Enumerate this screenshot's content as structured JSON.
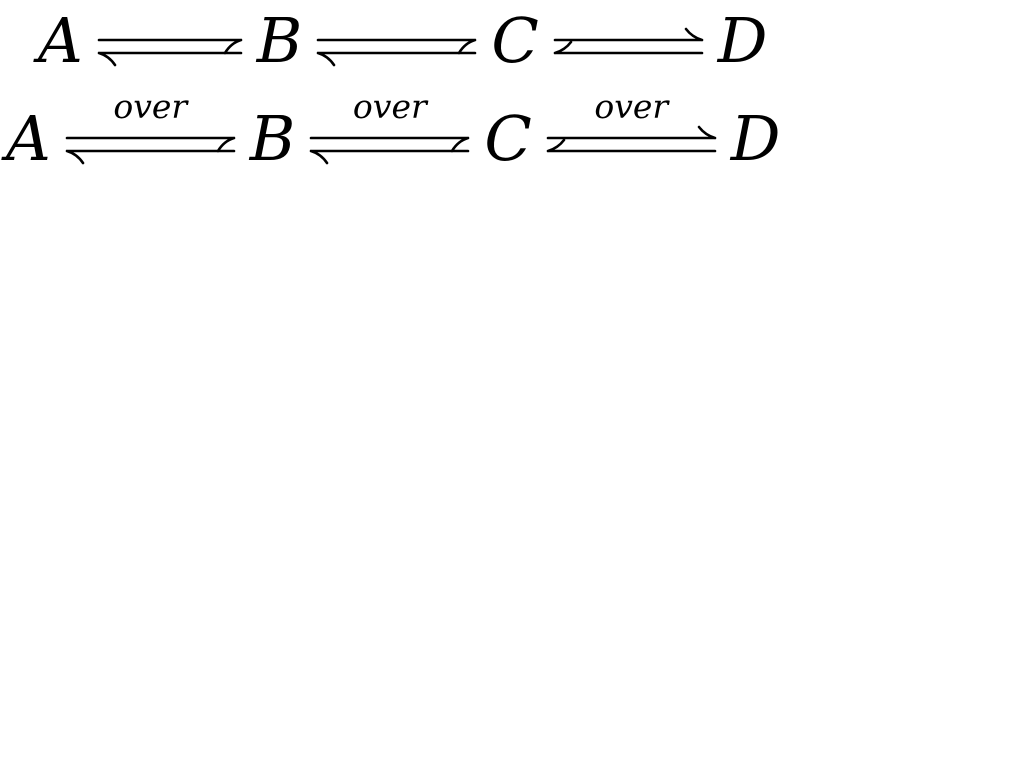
{
  "colors": {
    "background": "#ffffff",
    "ink": "#000000"
  },
  "formula": {
    "rows": [
      {
        "terms": [
          "A",
          "B",
          "C",
          "D"
        ],
        "arrows": [
          {
            "icon": "equilibrium-harpoons-icon"
          },
          {
            "icon": "equilibrium-harpoons-icon"
          },
          {
            "icon": "equilibrium-harpoons-icon"
          }
        ]
      },
      {
        "terms": [
          "A",
          "B",
          "C",
          "D"
        ],
        "labels": [
          "over",
          "over",
          "over"
        ],
        "arrows": [
          {
            "icon": "equilibrium-harpoons-icon"
          },
          {
            "icon": "equilibrium-harpoons-icon"
          },
          {
            "icon": "equilibrium-harpoons-icon"
          }
        ]
      }
    ]
  }
}
